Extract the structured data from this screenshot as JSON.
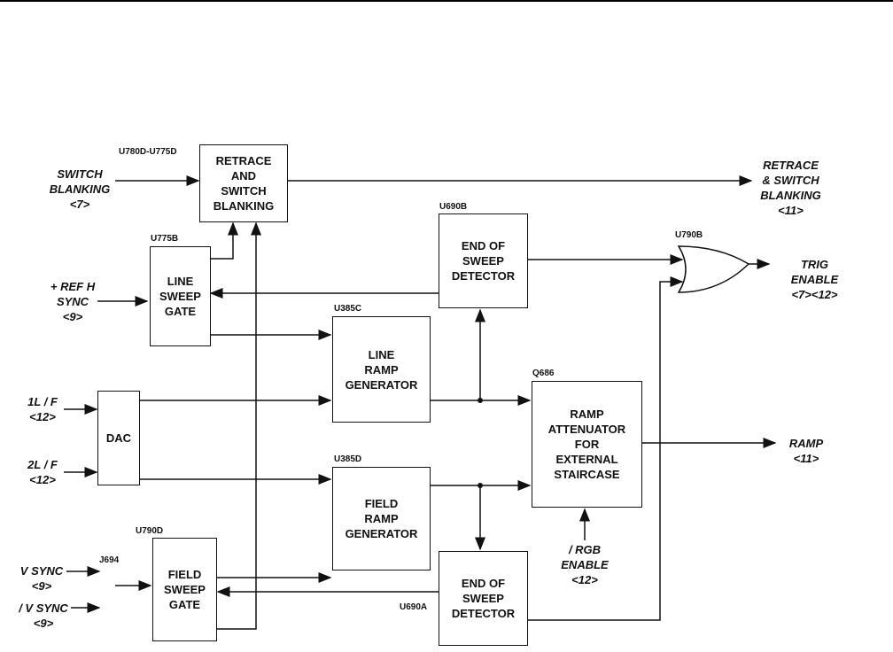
{
  "blocks": {
    "retrace": {
      "ref": "U780D-U775D",
      "label": "RETRACE\nAND\nSWITCH\nBLANKING"
    },
    "line_gate": {
      "ref": "U775B",
      "label": "LINE\nSWEEP\nGATE"
    },
    "eos_top": {
      "ref": "U690B",
      "label": "END OF\nSWEEP\nDETECTOR"
    },
    "line_ramp": {
      "ref": "U385C",
      "label": "LINE\nRAMP\nGENERATOR"
    },
    "dac": {
      "label": "DAC"
    },
    "attenuator": {
      "ref": "Q686",
      "label": "RAMP\nATTENUATOR\nFOR\nEXTERNAL\nSTAIRCASE"
    },
    "field_ramp": {
      "ref": "U385D",
      "label": "FIELD\nRAMP\nGENERATOR"
    },
    "field_gate": {
      "ref": "U790D",
      "label": "FIELD\nSWEEP\nGATE"
    },
    "eos_bottom": {
      "ref": "U690A",
      "label": "END OF\nSWEEP\nDETECTOR"
    },
    "or_gate": {
      "ref": "U790B"
    }
  },
  "signals": {
    "switch_blanking": "SWITCH\nBLANKING\n<7>",
    "ref_h_sync": "+ REF H\nSYNC\n<9>",
    "l1f": "1L / F\n<12>",
    "l2f": "2L / F\n<12>",
    "vsync": "V SYNC\n<9>",
    "nvsync": "/ V SYNC\n<9>",
    "j694": "J694",
    "retrace_out": "RETRACE\n& SWITCH\nBLANKING\n<11>",
    "trig_enable": "TRIG\nENABLE\n<7><12>",
    "ramp": "RAMP\n<11>",
    "rgb_enable": "/ RGB\nENABLE\n<12>"
  }
}
